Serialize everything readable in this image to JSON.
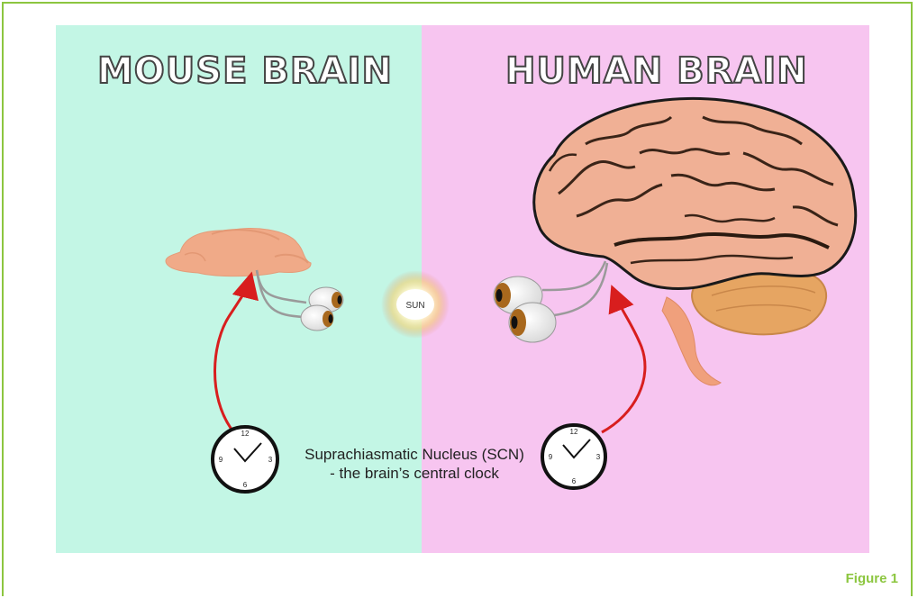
{
  "titles": {
    "mouse": "MOUSE BRAIN",
    "human": "HUMAN BRAIN"
  },
  "sun": {
    "label": "SUN"
  },
  "scn": {
    "line1": "Suprachiasmatic Nucleus (SCN)",
    "line2": "- the brain’s central clock"
  },
  "clock": {
    "n12": "12",
    "n3": "3",
    "n6": "6",
    "n9": "9"
  },
  "caption": "Figure 1",
  "colors": {
    "frame": "#8cc63f",
    "mouse_panel": "#c3f6e5",
    "human_panel": "#f7c5f0",
    "brain": "#e8a78b",
    "arrow": "#d81e1e"
  }
}
